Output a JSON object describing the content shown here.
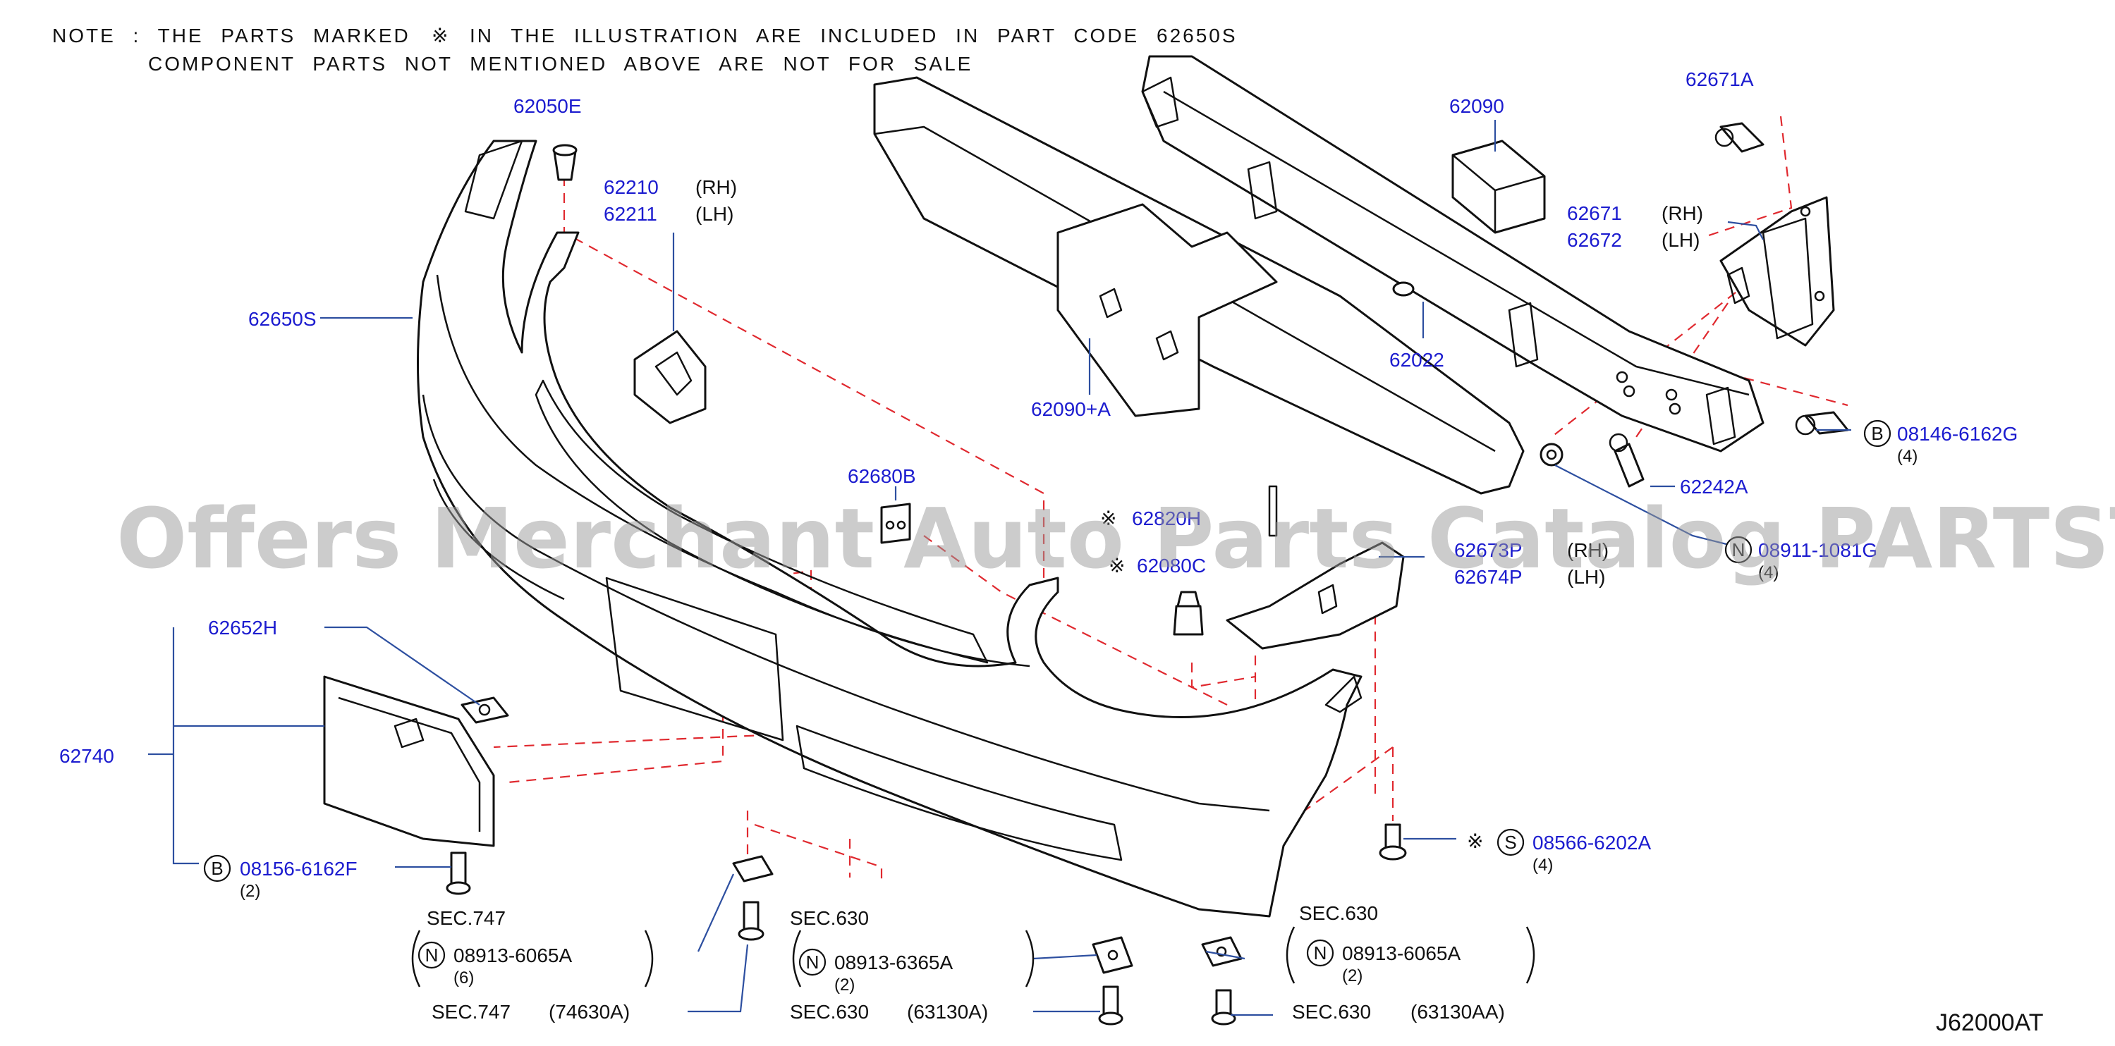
{
  "note": {
    "line1_prefix": "NOTE  :  THE PARTS MARKED",
    "mark": "※",
    "line1_suffix": "IN THE ILLUSTRATION ARE INCLUDED IN PART CODE 62650S",
    "line2": "COMPONENT PARTS NOT MENTIONED ABOVE ARE NOT FOR SALE"
  },
  "watermark": "Offers Merchant Auto Parts Catalog PARTSTORE.SA",
  "diagram_code": "J62000AT",
  "callouts": {
    "p62050E": "62050E",
    "p62210": "62210",
    "p62210_side": "(RH)",
    "p62211": "62211",
    "p62211_side": "(LH)",
    "p62650S": "62650S",
    "p62090": "62090",
    "p62671A": "62671A",
    "p62671": "62671",
    "p62671_side": "(RH)",
    "p62672": "62672",
    "p62672_side": "(LH)",
    "p62022": "62022",
    "p62090A": "62090+A",
    "p08146": "08146-6162G",
    "p08146_badge": "B",
    "p08146_qty": "(4)",
    "p62242A": "62242A",
    "p62680B": "62680B",
    "p62820H": "62820H",
    "p62820H_mark": "※",
    "p62080C": "62080C",
    "p62080C_mark": "※",
    "p62673P": "62673P",
    "p62673P_side": "(RH)",
    "p62674P": "62674P",
    "p62674P_side": "(LH)",
    "n08911": "08911-1081G",
    "n08911_badge": "N",
    "n08911_qty": "(4)",
    "p62652H": "62652H",
    "p62740": "62740",
    "p08156": "08156-6162F",
    "p08156_badge": "B",
    "p08156_qty": "(2)",
    "s08566": "08566-6202A",
    "s08566_badge": "S",
    "s08566_mark": "※",
    "s08566_qty": "(4)",
    "sec747_a": "SEC.747",
    "n08913_6065A_left": "08913-6065A",
    "n08913_6065A_left_badge": "N",
    "n08913_6065A_left_qty": "(6)",
    "sec747_b": "SEC.747",
    "sec747_b_ref": "(74630A)",
    "sec630_a": "SEC.630",
    "n08913_6365A": "08913-6365A",
    "n08913_6365A_badge": "N",
    "n08913_6365A_qty": "(2)",
    "sec630_b": "SEC.630",
    "sec630_b_ref": "(63130A)",
    "sec630_c": "SEC.630",
    "n08913_6065A_right": "08913-6065A",
    "n08913_6065A_right_badge": "N",
    "n08913_6065A_right_qty": "(2)",
    "sec630_d": "SEC.630",
    "sec630_d_ref": "(63130AA)"
  },
  "colors": {
    "part_number": "#1c1ccf",
    "leader_line": "#2d4fa0",
    "dashed_line": "#e0292f",
    "outline": "#111111"
  }
}
